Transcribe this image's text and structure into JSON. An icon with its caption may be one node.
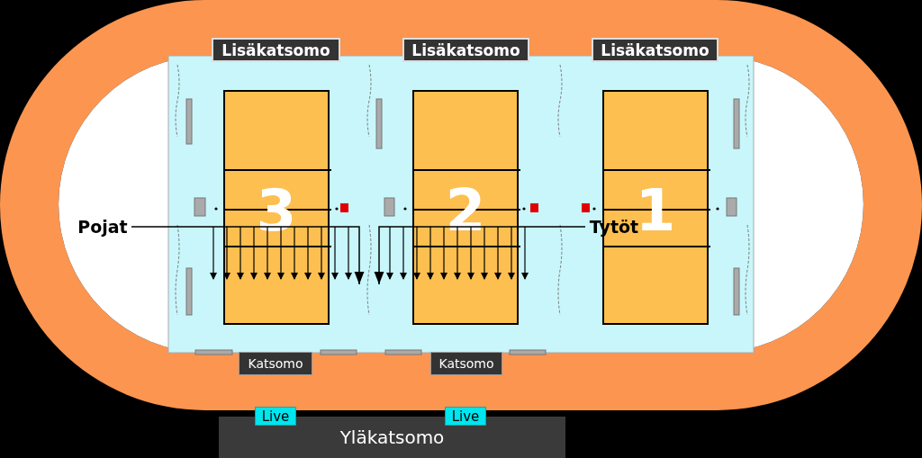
{
  "diagram": {
    "nodes": [
      {
        "text": [
          "Lisäkatsomo"
        ]
      },
      {
        "text": [
          "Lisäkatsomo"
        ]
      },
      {
        "text": [
          "Lisäkatsomo"
        ]
      },
      {
        "text": [
          "3"
        ]
      },
      {
        "text": [
          "2"
        ]
      },
      {
        "text": [
          "1"
        ]
      },
      {
        "text": [
          "Pojat"
        ]
      },
      {
        "text": [
          "Tytöt"
        ]
      },
      {
        "text": [
          "Katsomo"
        ]
      },
      {
        "text": [
          "Katsomo"
        ]
      },
      {
        "text": [
          "Live"
        ]
      },
      {
        "text": [
          "Live"
        ]
      },
      {
        "text": [
          "Yläkatsomo"
        ]
      }
    ],
    "edges": [
      {
        "from": 6,
        "to": null,
        "arrow": "to"
      },
      {
        "from": 7,
        "to": null,
        "arrow": "to"
      }
    ]
  }
}
